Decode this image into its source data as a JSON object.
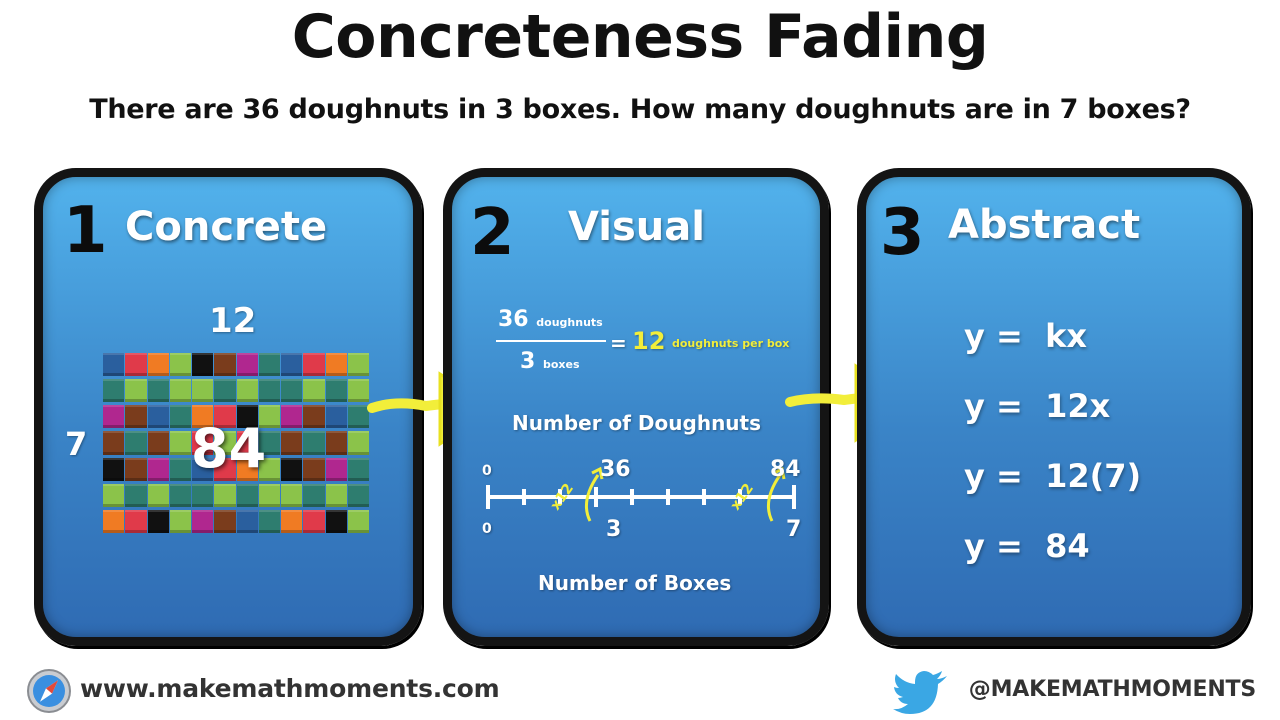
{
  "title": "Concreteness Fading",
  "question": "There are 36 doughnuts in 3 boxes.  How many doughnuts are in 7 boxes?",
  "panels": [
    {
      "number": "1",
      "name": "Concrete",
      "top_label": "12",
      "side_label": "7",
      "center_label": "84",
      "grid": {
        "rows": 7,
        "cols": 12,
        "colors": [
          "#2a5f9e",
          "#8bc34a",
          "#b0278f",
          "#e03a4a",
          "#111111",
          "#2e7d6f",
          "#f07b23",
          "#7a3c1c"
        ]
      }
    },
    {
      "number": "2",
      "name": "Visual",
      "fraction": {
        "numerator": "36",
        "numerator_unit": "doughnuts",
        "denominator": "3",
        "denominator_unit": "boxes",
        "equals": "=",
        "result": "12",
        "result_unit": "doughnuts per box"
      },
      "top_axis_title": "Number of Doughnuts",
      "bottom_axis_title": "Number of Boxes",
      "top_values": [
        "0",
        "36",
        "84"
      ],
      "bottom_values": [
        "0",
        "3",
        "7"
      ],
      "step_labels": [
        "x12",
        "x12"
      ]
    },
    {
      "number": "3",
      "name": "Abstract",
      "equations": [
        "y =  kx",
        "y =  12x",
        "y =  12(7)",
        "y =  84"
      ]
    }
  ],
  "footer": {
    "website": "www.makemathmoments.com",
    "handle": "@MAKEMATHMOMENTS",
    "safari_icon": "compass-icon",
    "twitter_icon": "bird-icon"
  }
}
